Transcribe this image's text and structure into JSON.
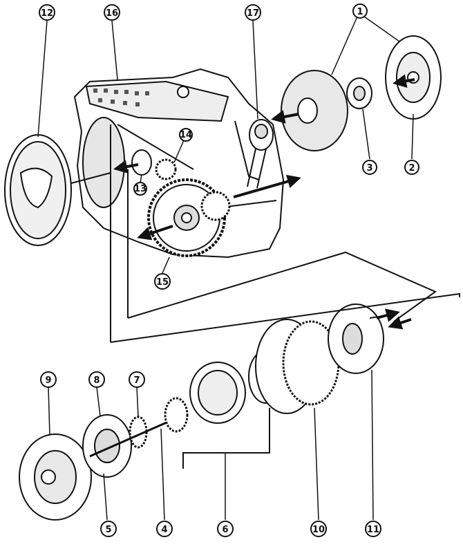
{
  "callouts": [
    {
      "id": "c1",
      "label": "1"
    },
    {
      "id": "c2",
      "label": "2"
    },
    {
      "id": "c3",
      "label": "3"
    },
    {
      "id": "c4",
      "label": "4"
    },
    {
      "id": "c5",
      "label": "5"
    },
    {
      "id": "c6",
      "label": "6"
    },
    {
      "id": "c7",
      "label": "7"
    },
    {
      "id": "c8",
      "label": "8"
    },
    {
      "id": "c9",
      "label": "9"
    },
    {
      "id": "c10",
      "label": "10"
    },
    {
      "id": "c11",
      "label": "11"
    },
    {
      "id": "c12",
      "label": "12"
    },
    {
      "id": "c13",
      "label": "13"
    },
    {
      "id": "c14",
      "label": "14"
    },
    {
      "id": "c15",
      "label": "15"
    },
    {
      "id": "c16",
      "label": "16"
    },
    {
      "id": "c17",
      "label": "17"
    }
  ],
  "colors": {
    "ink": "#111111",
    "paper": "#ffffff",
    "shade": "#d9d9d9"
  }
}
